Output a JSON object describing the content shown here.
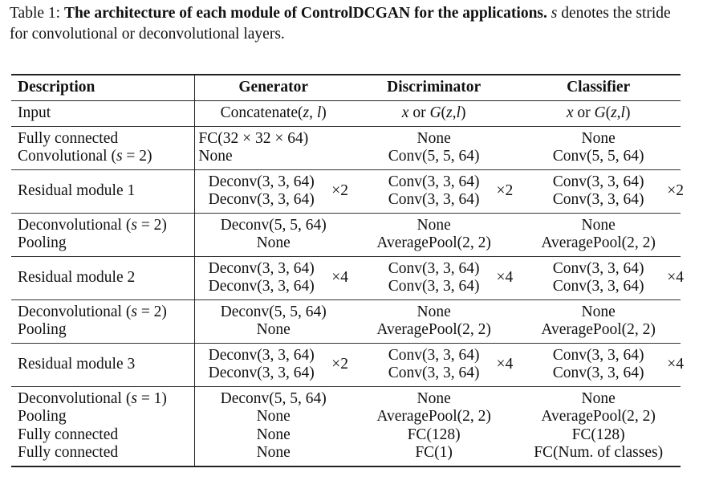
{
  "caption": {
    "label": "Table 1:",
    "bold": "The architecture of each module of ControlDCGAN for the applications.",
    "var": "s",
    "rest": "denotes the stride for convolutional or deconvolutional layers."
  },
  "headers": {
    "description": "Description",
    "generator": "Generator",
    "discriminator": "Discriminator",
    "classifier": "Classifier"
  },
  "rows": [
    {
      "desc": [
        "Input"
      ],
      "gen": [
        "Concatenate(z, l)"
      ],
      "dis": [
        "x or G(z,l)"
      ],
      "cls": [
        "x or G(z,l)"
      ]
    },
    {
      "desc": [
        "Fully connected",
        "Convolutional (s = 2)"
      ],
      "gen": [
        "FC(32 × 32 × 64)",
        "None"
      ],
      "dis": [
        "None",
        "Conv(5, 5, 64)"
      ],
      "cls": [
        "None",
        "Conv(5, 5, 64)"
      ]
    },
    {
      "desc": [
        "Residual module 1"
      ],
      "gen": [
        "Deconv(3, 3, 64)",
        "Deconv(3, 3, 64)"
      ],
      "gen_mult": "×2",
      "dis": [
        "Conv(3, 3, 64)",
        "Conv(3, 3, 64)"
      ],
      "dis_mult": "×2",
      "cls": [
        "Conv(3, 3, 64)",
        "Conv(3, 3, 64)"
      ],
      "cls_mult": "×2"
    },
    {
      "desc": [
        "Deconvolutional (s = 2)",
        "Pooling"
      ],
      "gen": [
        "Deconv(5, 5, 64)",
        "None"
      ],
      "dis": [
        "None",
        "AveragePool(2, 2)"
      ],
      "cls": [
        "None",
        "AveragePool(2, 2)"
      ]
    },
    {
      "desc": [
        "Residual module 2"
      ],
      "gen": [
        "Deconv(3, 3, 64)",
        "Deconv(3, 3, 64)"
      ],
      "gen_mult": "×4",
      "dis": [
        "Conv(3, 3, 64)",
        "Conv(3, 3, 64)"
      ],
      "dis_mult": "×4",
      "cls": [
        "Conv(3, 3, 64)",
        "Conv(3, 3, 64)"
      ],
      "cls_mult": "×4"
    },
    {
      "desc": [
        "Deconvolutional (s = 2)",
        "Pooling"
      ],
      "gen": [
        "Deconv(5, 5, 64)",
        "None"
      ],
      "dis": [
        "None",
        "AveragePool(2, 2)"
      ],
      "cls": [
        "None",
        "AveragePool(2, 2)"
      ]
    },
    {
      "desc": [
        "Residual module 3"
      ],
      "gen": [
        "Deconv(3, 3, 64)",
        "Deconv(3, 3, 64)"
      ],
      "gen_mult": "×2",
      "dis": [
        "Conv(3, 3, 64)",
        "Conv(3, 3, 64)"
      ],
      "dis_mult": "×4",
      "cls": [
        "Conv(3, 3, 64)",
        "Conv(3, 3, 64)"
      ],
      "cls_mult": "×4"
    },
    {
      "desc": [
        "Deconvolutional (s = 1)",
        "Pooling",
        "Fully connected",
        "Fully connected"
      ],
      "gen": [
        "Deconv(5, 5, 64)",
        "None",
        "None",
        "None"
      ],
      "dis": [
        "None",
        "AveragePool(2, 2)",
        "FC(128)",
        "FC(1)"
      ],
      "cls": [
        "None",
        "AveragePool(2, 2)",
        "FC(128)",
        "FC(Num. of classes)"
      ]
    }
  ]
}
